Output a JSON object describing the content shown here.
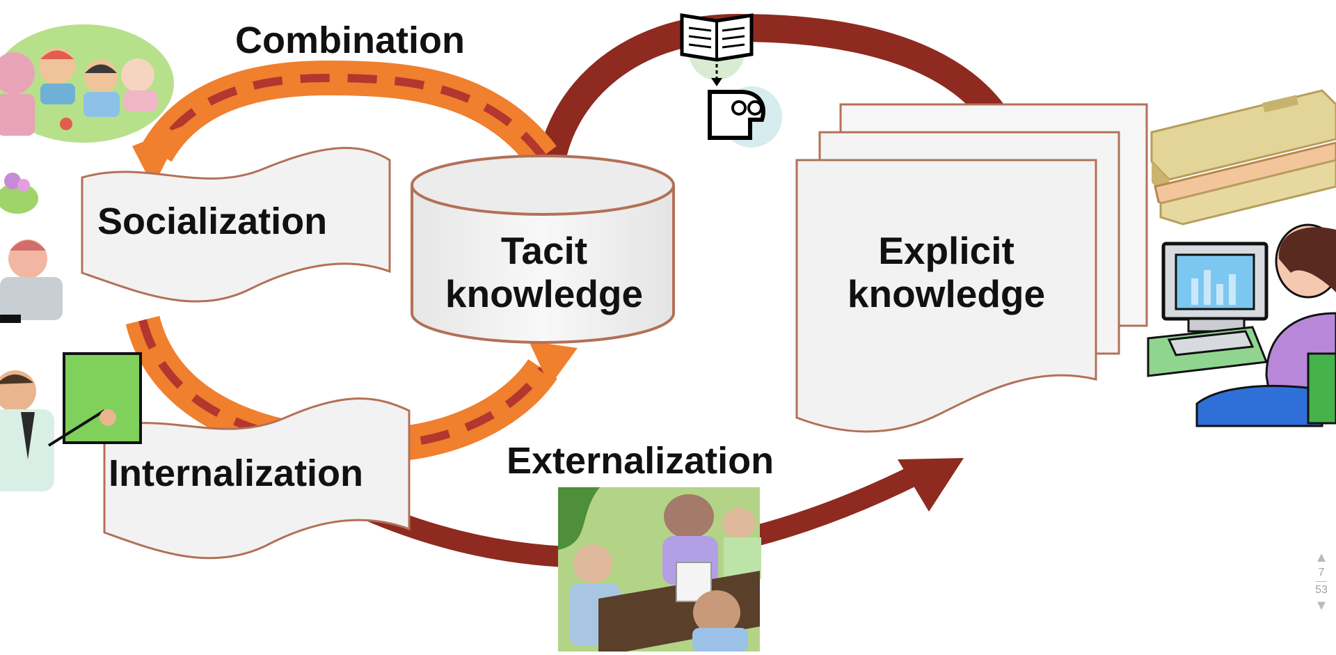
{
  "diagram": {
    "modes": {
      "combination": "Combination",
      "socialization": "Socialization",
      "internalization": "Internalization",
      "externalization": "Externalization"
    },
    "stores": {
      "tacit": {
        "line1": "Tacit",
        "line2": "knowledge"
      },
      "explicit": {
        "line1": "Explicit",
        "line2": "knowledge"
      }
    }
  },
  "colors": {
    "orange_arrow": "#F07F2E",
    "orange_dash": "#B5362F",
    "red_arrow": "#8E2A20",
    "shape_fill": "#F2F2F2",
    "shape_stroke": "#B37058"
  },
  "icons": [
    "children-playing-clipart",
    "book-icon",
    "thinking-head-icon",
    "books-stack-clipart",
    "computer-user-clipart",
    "presenter-clipart",
    "meeting-clipart"
  ],
  "pager": {
    "current": "7",
    "total": "53"
  }
}
